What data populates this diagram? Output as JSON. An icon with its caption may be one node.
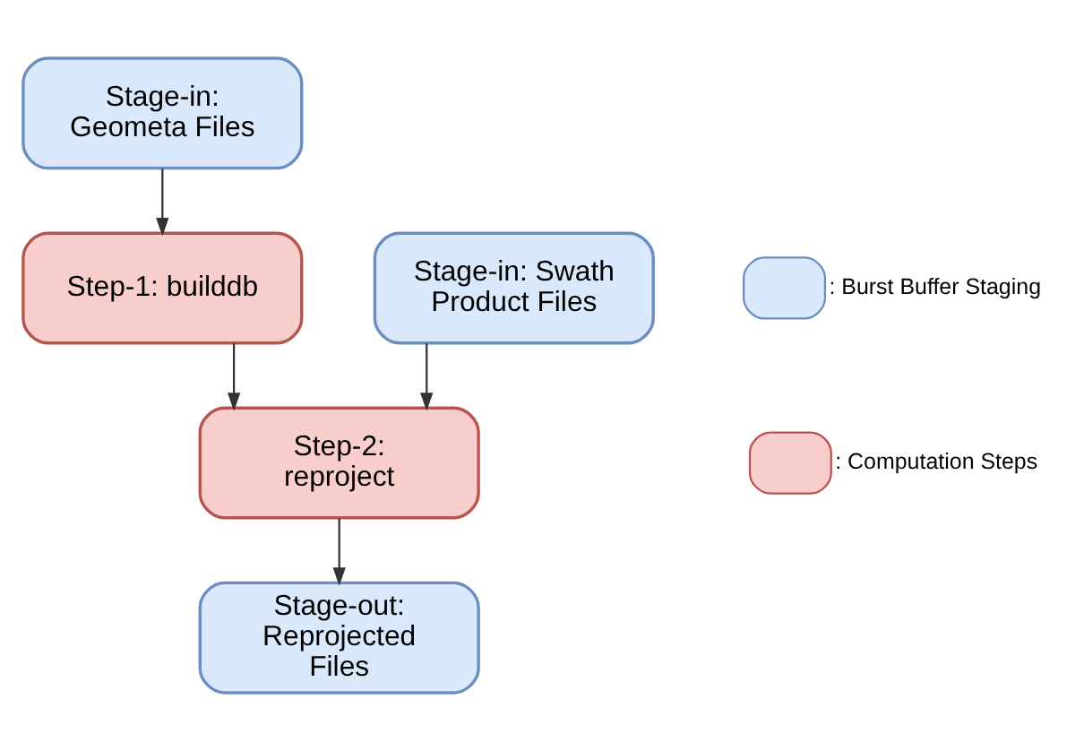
{
  "diagram": {
    "nodes": [
      {
        "text": [
          "Stage-in: Geometa Files"
        ]
      },
      {
        "text": [
          "Stage-in: Swath Product Files"
        ]
      },
      {
        "text": [
          "Step-1: builddb"
        ]
      },
      {
        "text": [
          "Step-2: reproject"
        ]
      },
      {
        "text": [
          "Stage-out: Reprojected Files"
        ]
      }
    ],
    "edges": [
      {
        "from": 0,
        "to": 2,
        "arrow": "to"
      },
      {
        "from": 2,
        "to": 3,
        "arrow": "to"
      },
      {
        "from": 1,
        "to": 3,
        "arrow": "to"
      },
      {
        "from": 3,
        "to": 4,
        "arrow": "to"
      }
    ],
    "legend": [
      {
        "text": ": Burst Buffer Staging",
        "color": "#dae8fc"
      },
      {
        "text": ": Computation Steps",
        "color": "#f8cecc"
      }
    ]
  }
}
